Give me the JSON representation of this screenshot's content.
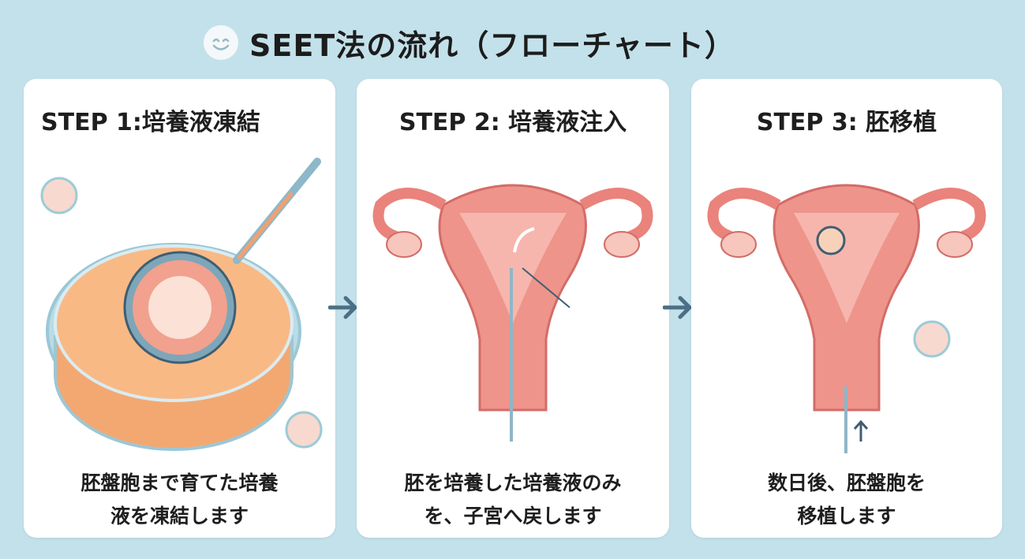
{
  "title": "SEET法の流れ（フローチャート）",
  "steps": [
    {
      "heading": "STEP 1:培養液凍結",
      "desc_line1": "胚盤胞まで育てた培養",
      "desc_line2": "液を凍結します"
    },
    {
      "heading": "STEP 2: 培養液注入",
      "desc_line1": "胚を培養した培養液のみ",
      "desc_line2": "を、子宮へ戻します"
    },
    {
      "heading": "STEP 3: 胚移植",
      "desc_line1": "数日後、胚盤胞を",
      "desc_line2": "移植します"
    }
  ],
  "colors": {
    "background": "#c3e1ea",
    "uterus": "#e9837c",
    "dish": "#f6b47f",
    "arrow": "#4a6f86"
  }
}
